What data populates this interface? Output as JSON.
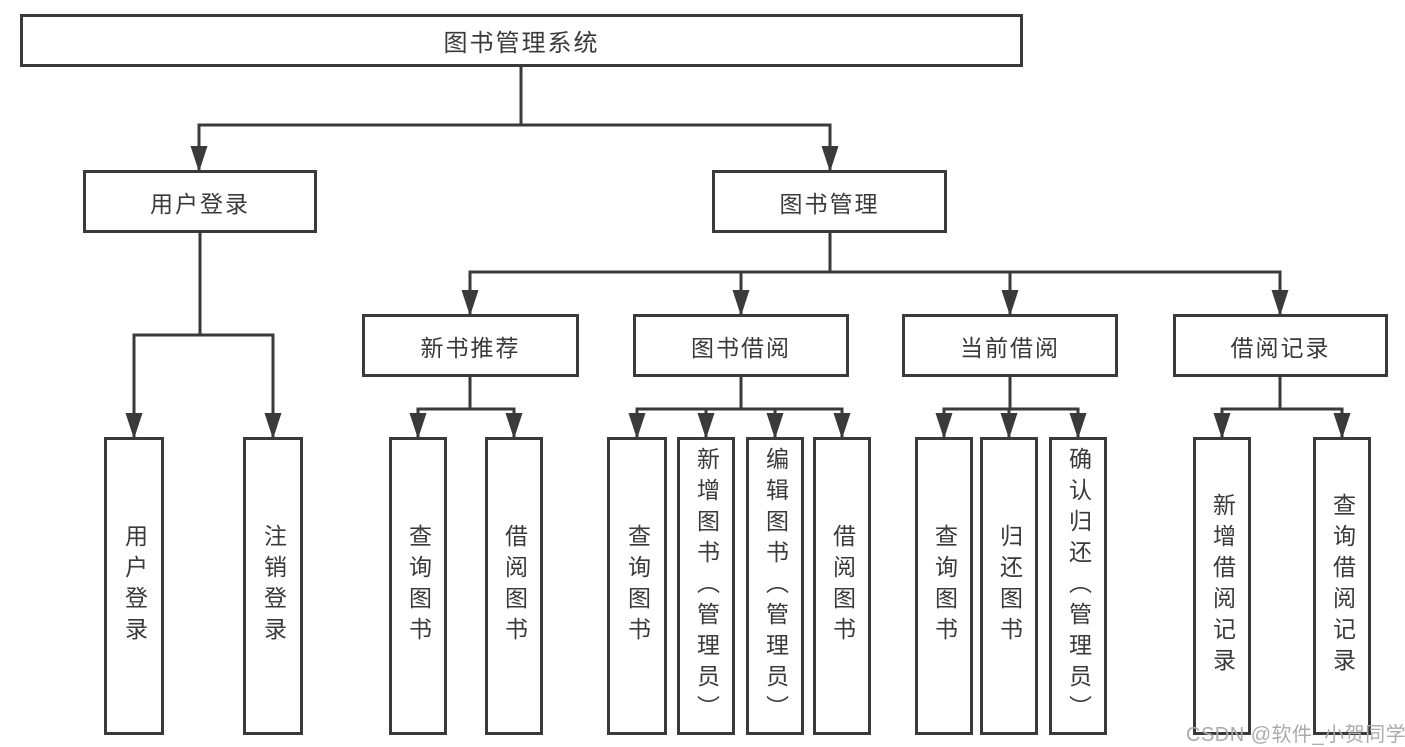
{
  "diagram": {
    "root": {
      "label": "图书管理系统"
    },
    "branches": [
      {
        "label": "用户登录",
        "children": [
          {
            "label": "用户登录"
          },
          {
            "label": "注销登录"
          }
        ]
      },
      {
        "label": "图书管理",
        "children": [
          {
            "label": "新书推荐",
            "children": [
              {
                "label": "查询图书"
              },
              {
                "label": "借阅图书"
              }
            ]
          },
          {
            "label": "图书借阅",
            "children": [
              {
                "label": "查询图书"
              },
              {
                "label": "新增图书（管理员）"
              },
              {
                "label": "编辑图书（管理员）"
              },
              {
                "label": "借阅图书"
              }
            ]
          },
          {
            "label": "当前借阅",
            "children": [
              {
                "label": "查询图书"
              },
              {
                "label": "归还图书"
              },
              {
                "label": "确认归还（管理员）"
              }
            ]
          },
          {
            "label": "借阅记录",
            "children": [
              {
                "label": "新增借阅记录"
              },
              {
                "label": "查询借阅记录"
              }
            ]
          }
        ]
      }
    ]
  },
  "watermark": {
    "text": "CSDN @软件_小贺同学"
  },
  "colors": {
    "line": "#3a3a3a",
    "text": "#3a3a3a",
    "background": "#ffffff",
    "watermark": "#ababab"
  }
}
